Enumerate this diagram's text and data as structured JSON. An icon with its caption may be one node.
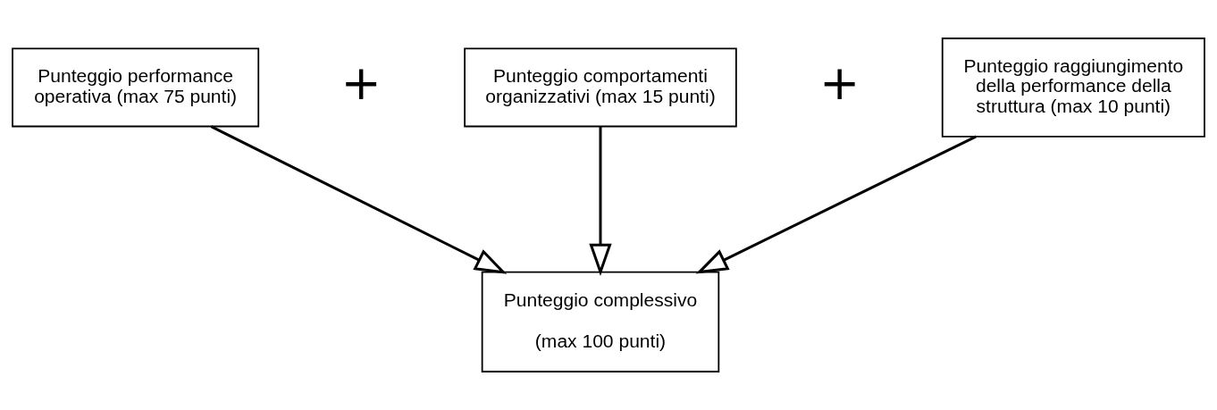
{
  "diagram": {
    "nodes": [
      {
        "text": [
          "Punteggio performance operativa (max 75 punti)"
        ]
      },
      {
        "text": [
          "Punteggio comportamenti organizzativi (max 15 punti)"
        ]
      },
      {
        "text": [
          "Punteggio raggiungimento della performance della struttura (max 10 punti)"
        ]
      },
      {
        "text": [
          "Punteggio complessivo",
          "(max 100 punti)"
        ]
      }
    ],
    "edges": [
      {
        "from": 0,
        "to": 3,
        "arrow": "to"
      },
      {
        "from": 1,
        "to": 3,
        "arrow": "to"
      },
      {
        "from": 2,
        "to": 3,
        "arrow": "to"
      }
    ],
    "labels": [
      "+",
      "+"
    ]
  }
}
